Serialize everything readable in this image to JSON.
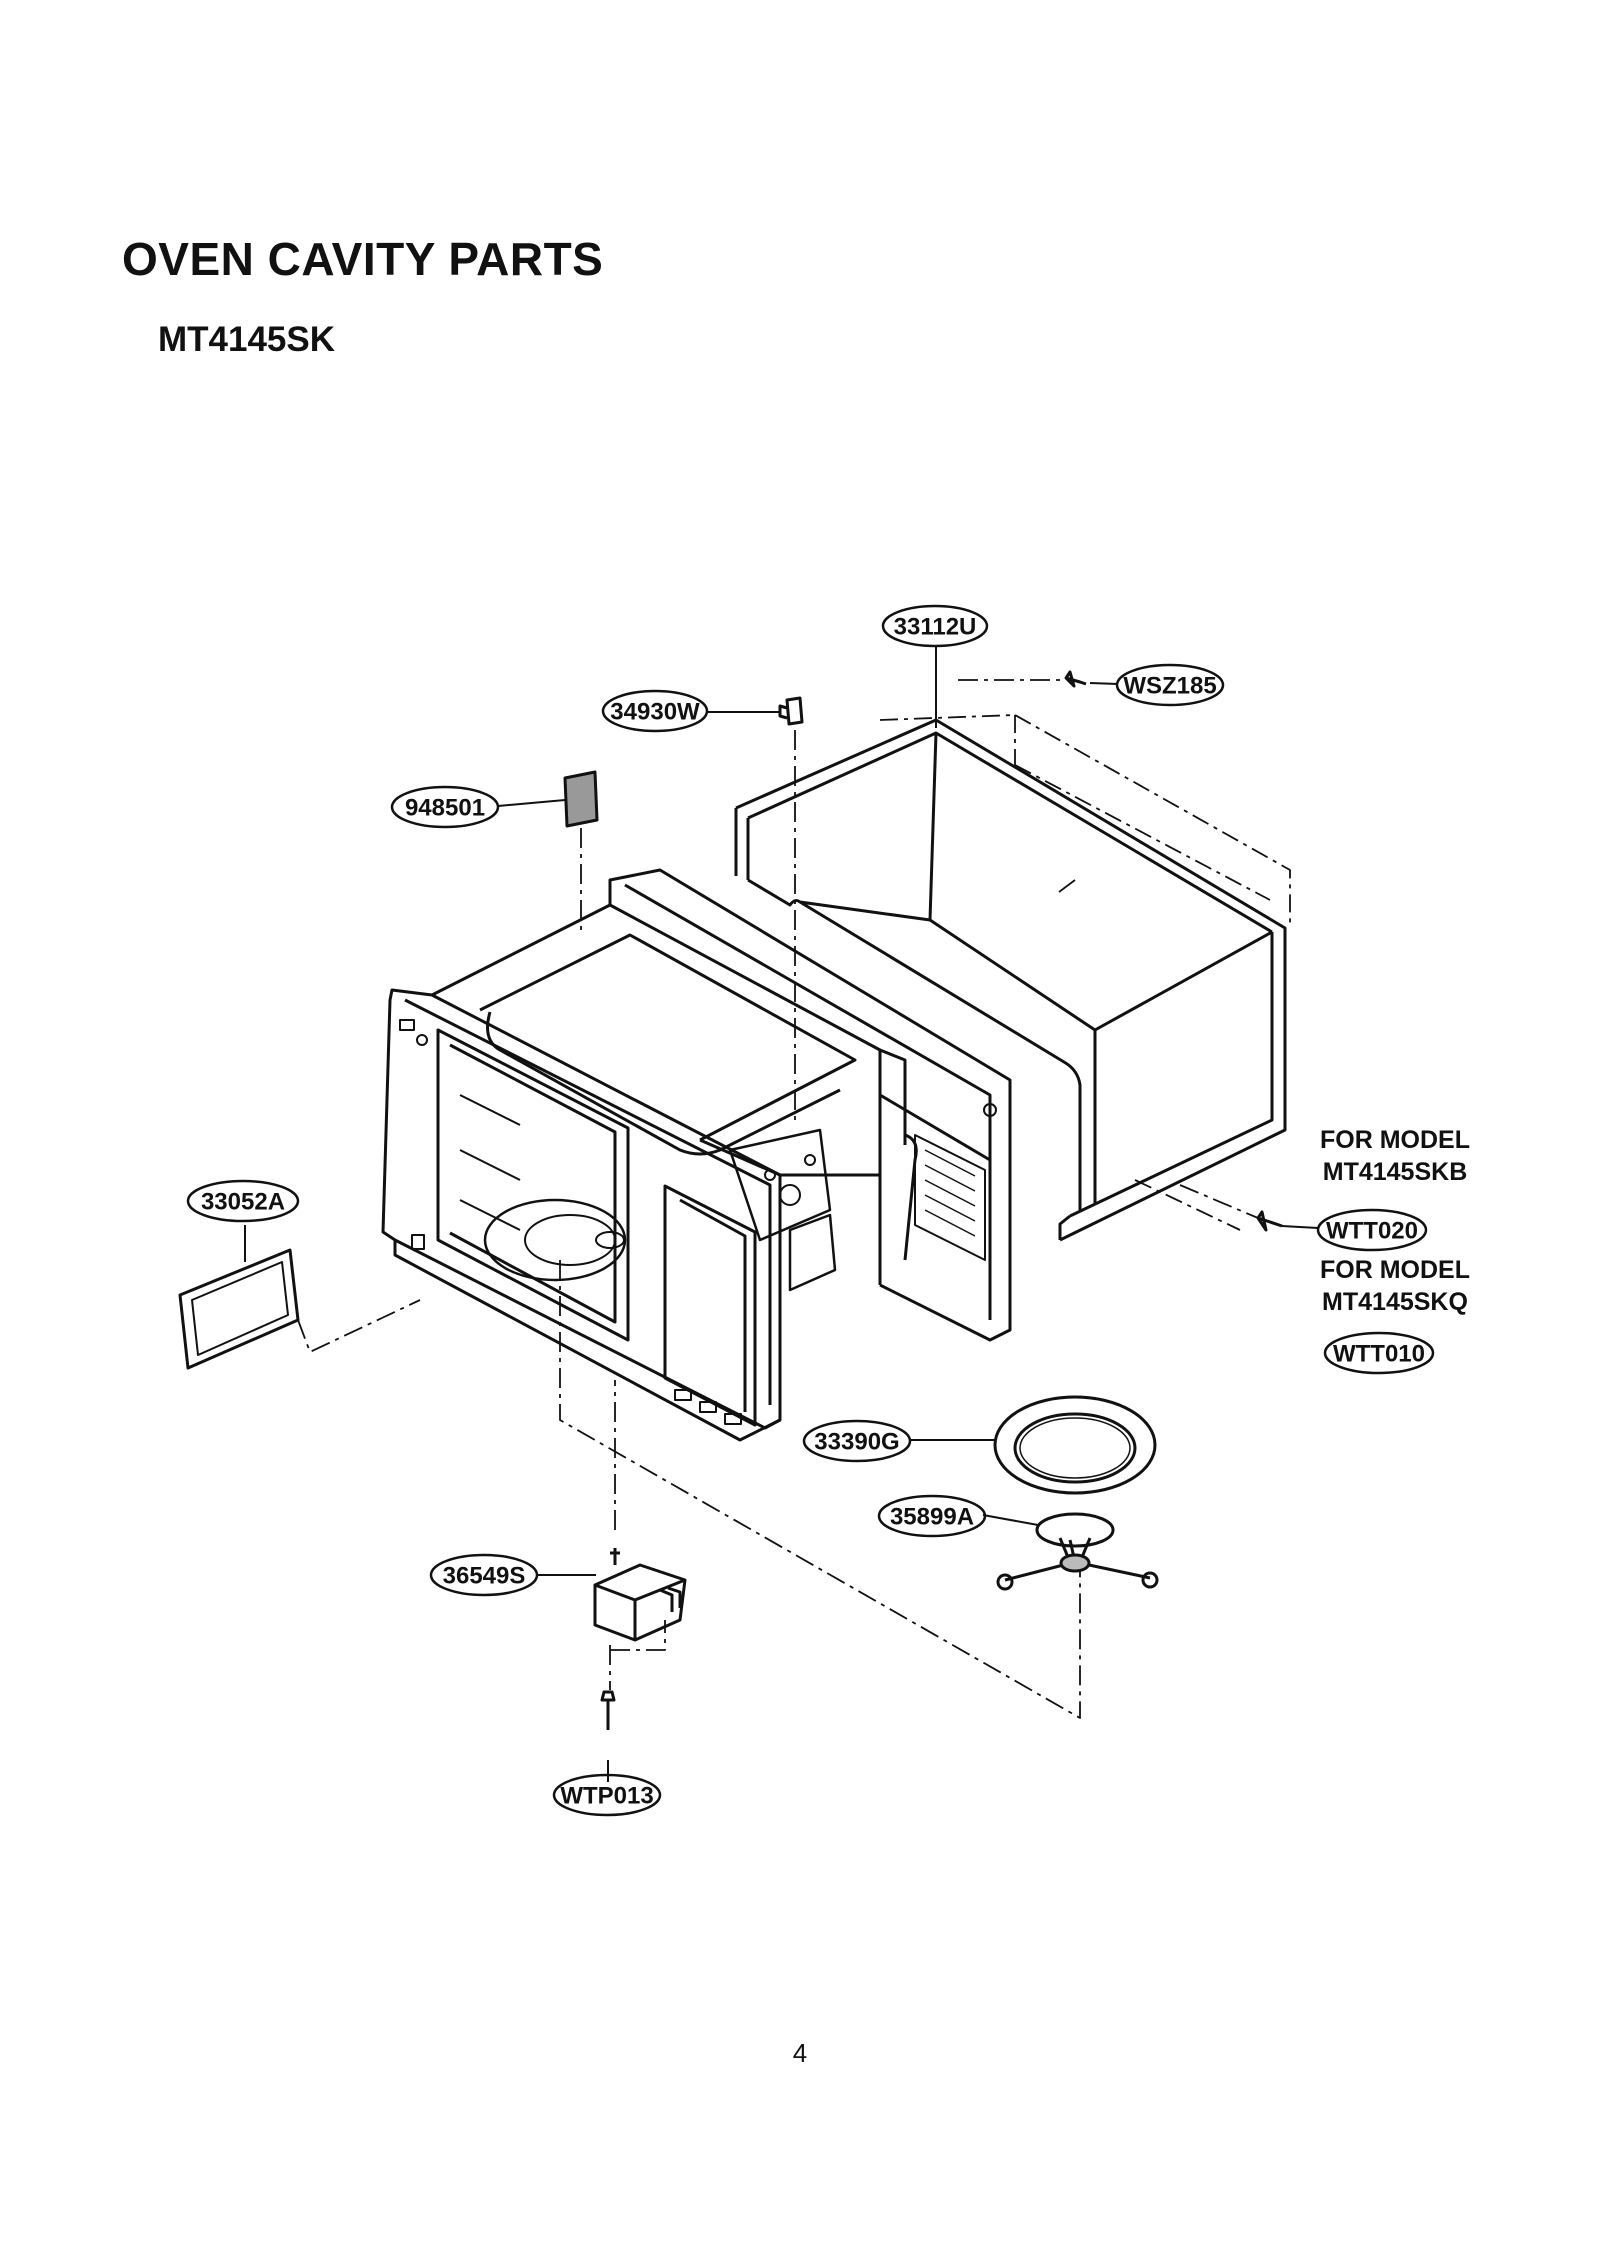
{
  "page": {
    "title": "OVEN CAVITY PARTS",
    "model": "MT4145SK",
    "page_number": "4"
  },
  "notes": {
    "for_model_1_line1": "FOR MODEL",
    "for_model_1_line2": "MT4145SKB",
    "for_model_2_line1": "FOR MODEL",
    "for_model_2_line2": "MT4145SKQ"
  },
  "parts": {
    "cabinet": "33112U",
    "screw_top": "WSZ185",
    "switch_part": "34930W",
    "insulation_pad": "948501",
    "cover_plate": "33052A",
    "screw_right_b": "WTT020",
    "screw_right_q": "WTT010",
    "roller_ring": "33390G",
    "coupler": "35899A",
    "turntable_motor": "36549S",
    "motor_screw": "WTP013"
  }
}
